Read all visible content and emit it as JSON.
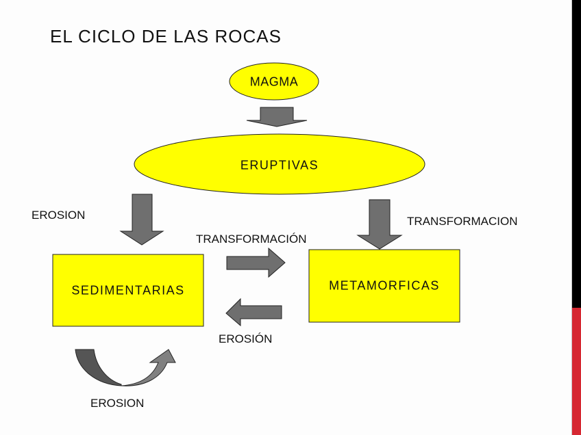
{
  "slide": {
    "title": "EL CICLO DE LAS ROCAS",
    "accent_colors": {
      "node_fill": "#ffff00",
      "arrow_fill": "#6f6f6f",
      "sidebar_top": "#000000",
      "sidebar_bottom": "#d62832"
    }
  },
  "nodes": {
    "magma": "MAGMA",
    "eruptivas": "ERUPTIVAS",
    "sedimentarias": "SEDIMENTARIAS",
    "metamorficas": "METAMORFICAS"
  },
  "edge_labels": {
    "erosion_left": "EROSION",
    "transformacion_right": "TRANSFORMACION",
    "transformacion_middle": "TRANSFORMACIÓN",
    "erosion_middle": "EROSIÓN",
    "erosion_bottom": "EROSION"
  },
  "icons": {
    "magma_to_eruptivas": "down-arrow-icon",
    "eruptivas_to_sedimentarias": "down-arrow-icon",
    "eruptivas_to_metamorficas": "down-arrow-icon",
    "sedimentarias_to_metamorficas": "right-arrow-icon",
    "metamorficas_to_sedimentarias": "left-arrow-icon",
    "sedimentarias_cycle": "u-turn-arrow-icon"
  }
}
